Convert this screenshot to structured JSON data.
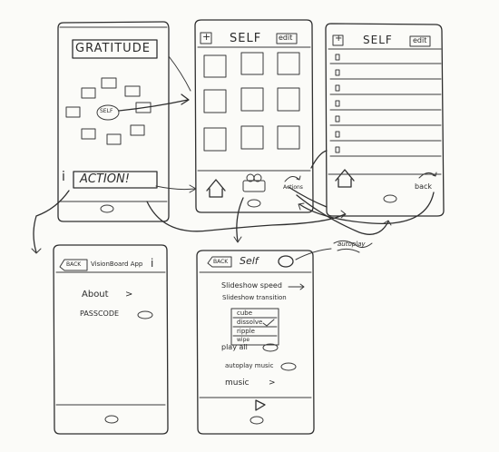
{
  "screens": {
    "home": {
      "title": "GRATITUDE",
      "center_label": "SELF",
      "info_glyph": "i",
      "action_button": "ACTION!"
    },
    "self_grid": {
      "left_glyph": "+",
      "title": "SELF",
      "edit_button": "edit",
      "action_label": "Actions"
    },
    "self_list": {
      "left_glyph": "+",
      "title": "SELF",
      "edit_button": "edit",
      "back_label": "back"
    },
    "settings": {
      "back_button": "BACK",
      "title": "VisionBoard App",
      "info_glyph": "i",
      "items": [
        {
          "label": "About",
          "accessory": ">"
        },
        {
          "label": "PASSCODE",
          "accessory": "toggle"
        }
      ]
    },
    "self_settings": {
      "back_button": "BACK",
      "title": "Self",
      "slideshow_speed": "Slideshow speed",
      "slideshow_transition": "Slideshow transition",
      "transition_options": [
        "cube",
        "dissolve",
        "ripple",
        "wipe"
      ],
      "items": [
        {
          "label": "play all",
          "accessory": "toggle"
        },
        {
          "label": "autoplay music",
          "accessory": "toggle"
        },
        {
          "label": "music",
          "accessory": ">"
        }
      ]
    }
  },
  "annotations": {
    "scribble_note": "autoplay"
  },
  "colors": {
    "ink": "#2f2f2f",
    "paper": "#fbfbf8"
  }
}
